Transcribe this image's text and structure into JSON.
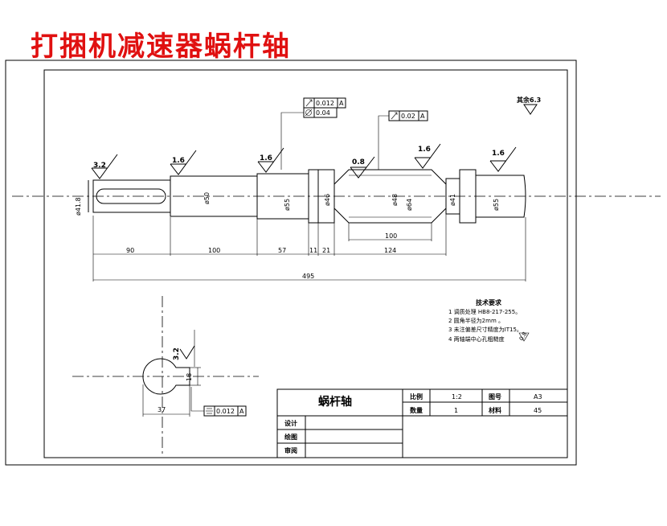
{
  "title": "打捆机减速器蜗杆轴",
  "colors": {
    "title": "#e01010",
    "line": "#000000",
    "background": "#ffffff"
  },
  "roughness": {
    "other": "其余6.3",
    "r1": "3.2",
    "r2": "1.6",
    "r3": "1.6",
    "r4": "0.8",
    "r5": "1.6",
    "r6": "1.6",
    "section": "3.2"
  },
  "tolerance_frames": {
    "upper_runout": {
      "value": "0.012",
      "datum": "A"
    },
    "cylindricity": {
      "value": "0.04"
    },
    "mid_runout": {
      "value": "0.02",
      "datum": "A"
    },
    "symmetry": {
      "value": "0.012",
      "datum": "A"
    }
  },
  "diameters": {
    "d1": "ø41.8",
    "d2": "ø50",
    "d3": "ø55",
    "d4": "ø46",
    "d5": "ø48",
    "d6": "ø64",
    "d7": "ø41",
    "d8": "ø55"
  },
  "lengths": {
    "l1": "90",
    "l2": "100",
    "l3": "57",
    "l4": "11",
    "l5": "21",
    "l6": "124",
    "l7": "100",
    "total": "495"
  },
  "section_dims": {
    "width": "37",
    "depth": "18"
  },
  "tech_requirements": {
    "heading": "技术要求",
    "items": [
      "1  调质处理 HB8-217-255。",
      "2  圆角半径为2mm 。",
      "3  未注偏差尺寸精度为IT15。",
      "4  两轴端中心孔粗糙度"
    ],
    "note": "0.8"
  },
  "title_block": {
    "part_name": "蜗杆轴",
    "scale_label": "比例",
    "scale": "1:2",
    "drawing_no_label": "图号",
    "drawing_no": "A3",
    "quantity_label": "数量",
    "quantity": "1",
    "material_label": "材料",
    "material": "45",
    "design_label": "设计",
    "draw_label": "绘图",
    "review_label": "审阅"
  }
}
